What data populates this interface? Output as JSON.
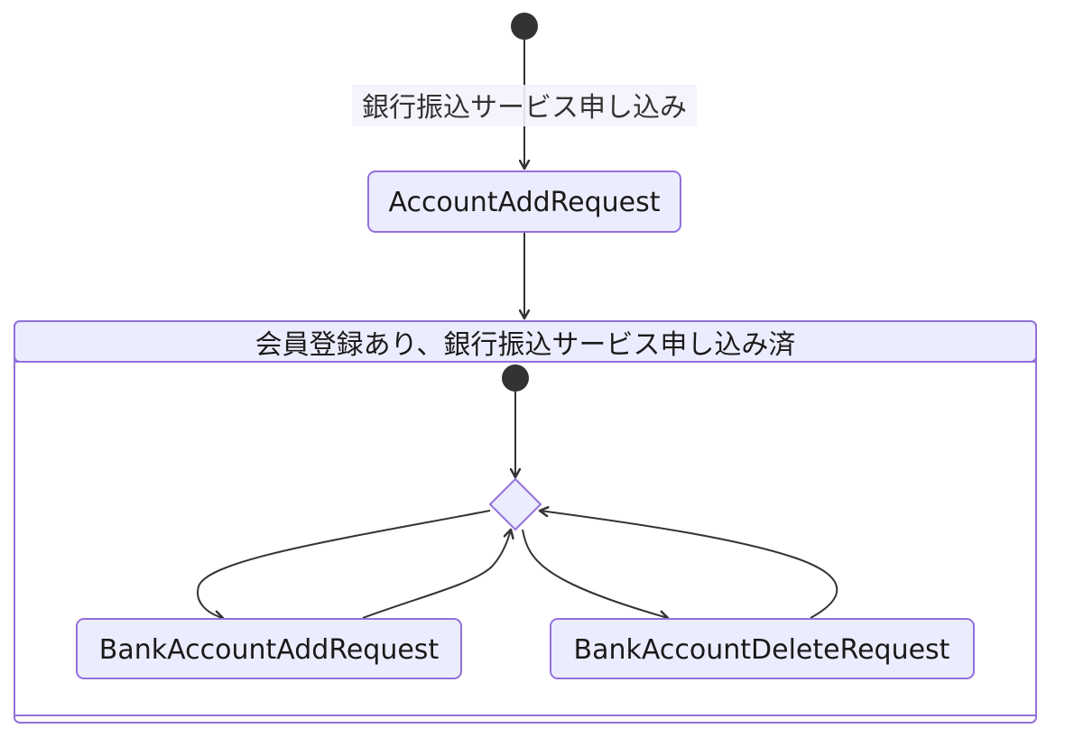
{
  "diagram": {
    "kind": "state-diagram",
    "colors": {
      "node_fill": "#ECECFF",
      "node_stroke": "#9370DB",
      "edge": "#333333",
      "start_fill": "#333333",
      "label_bg": "#F3F3FD",
      "composite_fill": "#FFFFFF"
    },
    "start_label": "銀行振込サービス申し込み",
    "states": {
      "account_add": "AccountAddRequest",
      "bank_add": "BankAccountAddRequest",
      "bank_delete": "BankAccountDeleteRequest"
    },
    "composite": {
      "title": "会員登録あり、銀行振込サービス申し込み済"
    }
  }
}
